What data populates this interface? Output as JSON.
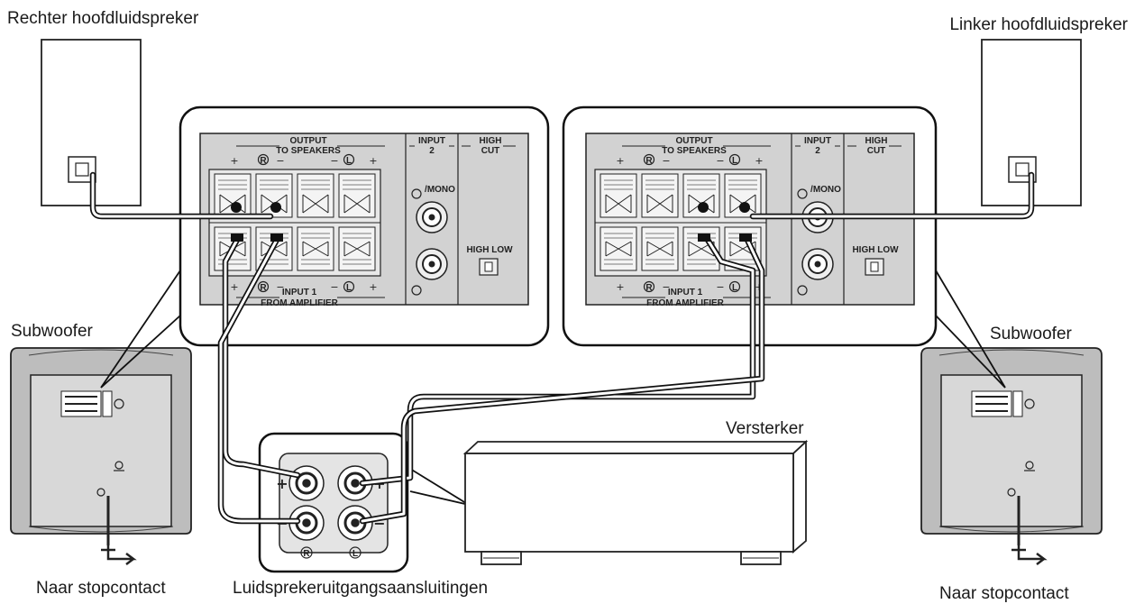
{
  "labels": {
    "right_main_speaker": "Rechter hoofdluidspreker",
    "left_main_speaker": "Linker hoofdluidspreker",
    "subwoofer_left": "Subwoofer",
    "subwoofer_right": "Subwoofer",
    "amplifier": "Versterker",
    "to_outlet_left": "Naar stopcontact",
    "to_outlet_right": "Naar stopcontact",
    "speaker_output_terminals": "Luidsprekeruitgangsaansluitingen"
  },
  "panel": {
    "output_line1": "OUTPUT",
    "output_line2": "TO SPEAKERS",
    "input2_line1": "INPUT",
    "input2_line2": "2",
    "highcut_line1": "HIGH",
    "highcut_line2": "CUT",
    "input1_line1": "INPUT 1",
    "input1_line2": "FROM AMPLIFIER",
    "mono": "/MONO",
    "high_low": "HIGH LOW",
    "plus": "+",
    "minus": "−",
    "r_mark": "R",
    "l_mark": "L"
  },
  "terminal_block": {
    "plus": "+",
    "minus": "−",
    "r_mark": "R",
    "l_mark": "L"
  },
  "colors": {
    "panel": "#d2d2d2",
    "sub_body": "#bdbdbd",
    "line": "#222222"
  }
}
